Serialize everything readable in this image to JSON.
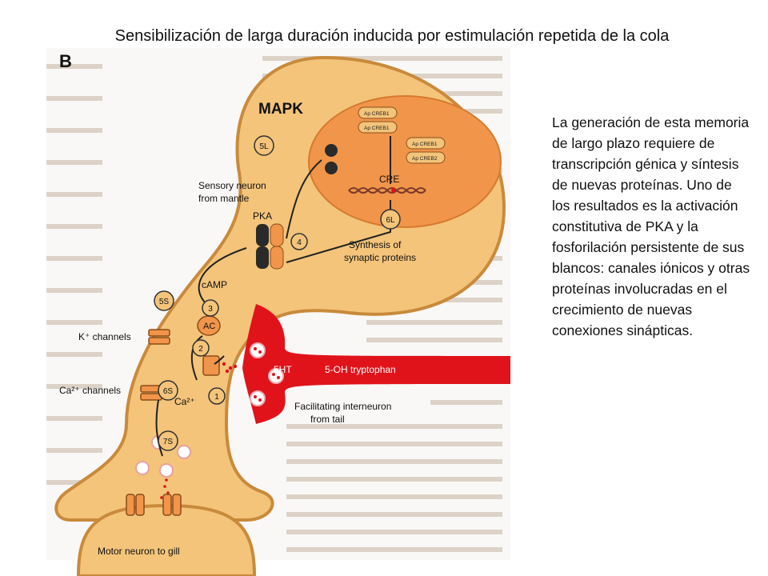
{
  "title": "Sensibilización de larga duración inducida por estimulación repetida de la cola",
  "caption": "La generación de esta memoria de largo plazo requiere de transcripción génica y síntesis de nuevas proteínas. Uno de los resultados es la activación constitutiva de PKA y la fosforilación persistente de sus blancos: canales iónicos y otras proteínas involucradas en el crecimiento de nuevas conexiones sinápticas.",
  "figure": {
    "panel_letter": "B",
    "mapk_label": "MAPK",
    "labels": {
      "sensory_neuron": [
        "Sensory neuron",
        "from mantle"
      ],
      "pka": "PKA",
      "camp": "cAMP",
      "ac": "AC",
      "k_channels": "K⁺ channels",
      "ca_channels": "Ca²⁺ channels",
      "ca_ion": "Ca²⁺",
      "cre": "CRE",
      "synthesis": [
        "Synthesis of",
        "synaptic proteins"
      ],
      "five_ht": "5HT",
      "five_oh_tryptophan": "5-OH tryptophan",
      "facilitating": [
        "Facilitating interneuron",
        "from tail"
      ],
      "motor_neuron": "Motor neuron to gill"
    },
    "proteins": [
      "Ap CREB1",
      "Ap CREB1",
      "Ap CREB1",
      "Ap CREB2"
    ],
    "steps": [
      "1",
      "2",
      "3",
      "4",
      "5L",
      "5S",
      "6L",
      "6S",
      "7S"
    ]
  },
  "colors": {
    "neuron_fill": "#f3c47a",
    "neuron_outline": "#c98a3c",
    "nucleus_fill": "#f0954a",
    "interneuron_red": "#e0131b",
    "background_text": "#cfc3b8"
  }
}
